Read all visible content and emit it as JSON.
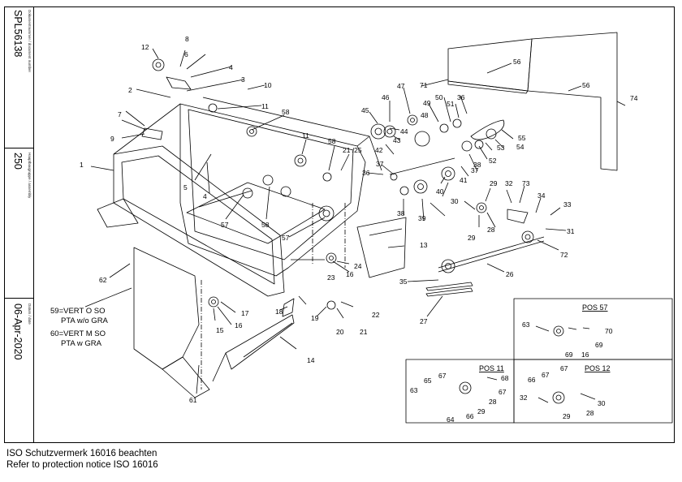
{
  "title_block": {
    "document_label": "Dokumentnummer / document number",
    "document_number": "SPL56138",
    "assembly_label": "Hauptbaugruppe / assembly",
    "assembly_number": "250",
    "date_label": "Datum / date",
    "date": "06-Apr-2020"
  },
  "notice": {
    "line1": "ISO Schutzvermerk 16016 beachten",
    "line2": "Refer to protection notice ISO 16016"
  },
  "notes": {
    "line1": "59=VERT O SO",
    "line2": "PTA w/o GRA",
    "line3": "60=VERT M SO",
    "line4": "PTA w GRA"
  },
  "detail_headers": {
    "pos57": "POS 57",
    "pos11": "POS 11",
    "pos12": "POS 12"
  },
  "callouts": {
    "c1": "1",
    "c2": "2",
    "c3": "3",
    "c4a": "4",
    "c4b": "4",
    "c5": "5",
    "c6": "6",
    "c7": "7",
    "c8": "8",
    "c9": "9",
    "c10": "10",
    "c11a": "11",
    "c11b": "11",
    "c12": "12",
    "c13": "13",
    "c14": "14",
    "c15": "15",
    "c16a": "16",
    "c16b": "16",
    "c17": "17",
    "c18": "18",
    "c19": "19",
    "c20": "20",
    "c21a": "21 /25",
    "c21b": "21",
    "c22": "22",
    "c23": "23",
    "c24": "24",
    "c26": "26",
    "c27": "27",
    "c28": "28",
    "c29a": "29",
    "c29b": "29",
    "c30": "30",
    "c31": "31",
    "c32": "32",
    "c33": "33",
    "c34": "34",
    "c35": "35",
    "c36a": "36",
    "c36b": "36",
    "c37a": "37",
    "c37b": "37",
    "c38a": "38",
    "c38b": "38",
    "c39": "39",
    "c40": "40",
    "c41": "41",
    "c42": "42",
    "c43": "43",
    "c44": "44",
    "c45": "45",
    "c46": "46",
    "c47": "47",
    "c48": "48",
    "c49": "49",
    "c50": "50",
    "c51": "51",
    "c52": "52",
    "c53": "53",
    "c54": "54",
    "c55": "55",
    "c56a": "56",
    "c56b": "56",
    "c57a": "57",
    "c57b": "57",
    "c58a": "58",
    "c58b": "58",
    "c58c": "58",
    "c61": "61",
    "c62": "62",
    "c71": "71",
    "c72": "72",
    "c73": "73",
    "c74": "74"
  },
  "detail_pos57": {
    "c63": "63",
    "c70": "70",
    "c69a": "69",
    "c69b": "69",
    "c16": "16"
  },
  "detail_pos11": {
    "c63": "63",
    "c65": "65",
    "c67a": "67",
    "c67b": "67",
    "c68": "68",
    "c28": "28",
    "c29": "29",
    "c66": "66",
    "c64": "64"
  },
  "detail_pos12": {
    "c66": "66",
    "c67a": "67",
    "c67b": "67",
    "c32": "32",
    "c30": "30",
    "c29": "29",
    "c28": "28"
  },
  "icons": [
    "exploded-parts-drawing"
  ]
}
